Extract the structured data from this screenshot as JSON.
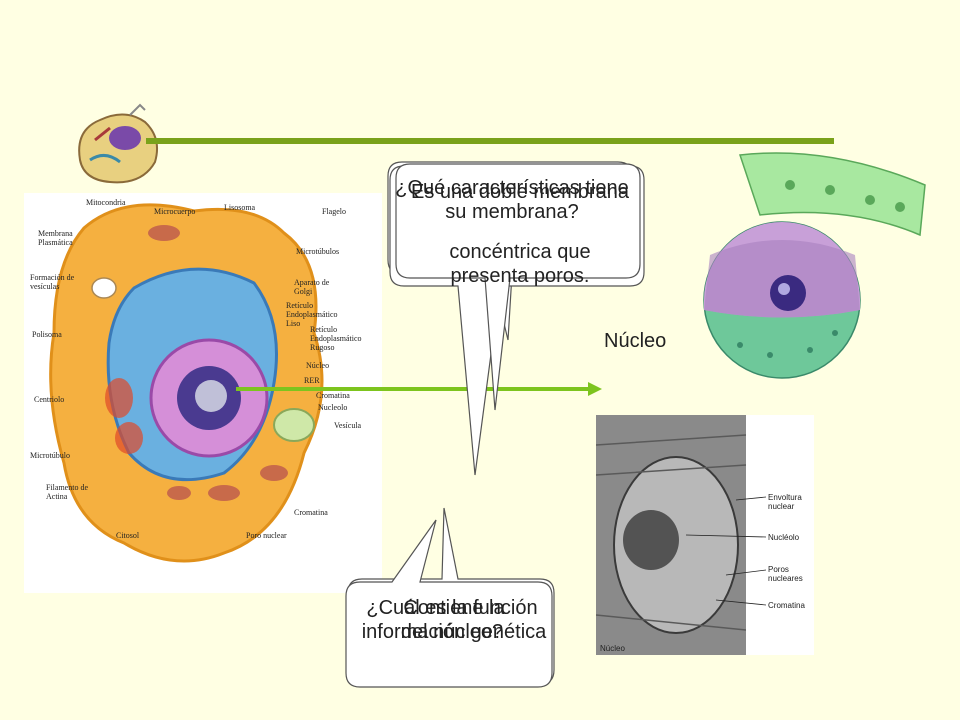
{
  "slide": {
    "nucleus_label": "Núcleo"
  },
  "cell_diagram": {
    "labels": [
      "Mitocondria",
      "Microcuerpo",
      "Lisosoma",
      "Flagelo",
      "Membrana Plasmática",
      "Microtúbulos",
      "Formación de vesículas",
      "Aparato de Golgi",
      "Retículo Endoplasmático Liso",
      "Polisoma",
      "Retículo Endoplasmático Rugoso",
      "Núcleo",
      "RER",
      "Cromatina",
      "Nucleolo",
      "Vesícula",
      "Centriolo",
      "Microtúbulo",
      "Filamento de Actina",
      "Citosol",
      "Poro nuclear",
      "Cromatina"
    ]
  },
  "bubbles": {
    "top": [
      "¿Qué características tiene su membrana?",
      "Es una doble membrana",
      "concéntrica que presenta poros."
    ],
    "bottom": [
      "¿Cuál es la función del núcleo?",
      "Contiene la información genética"
    ]
  },
  "micrograph": {
    "labels": [
      "Envoltura nuclear",
      "Nucléolo",
      "Poros nucleares",
      "Cromatina"
    ],
    "caption": "Núcleo"
  },
  "colors": {
    "background": "#ffffe3",
    "title_bar": "#7aa21a",
    "arrow": "#7dc41e",
    "bubble_border": "#555555",
    "cytoplasm": "#f5b040",
    "nucleus": "#8e5ab3"
  }
}
